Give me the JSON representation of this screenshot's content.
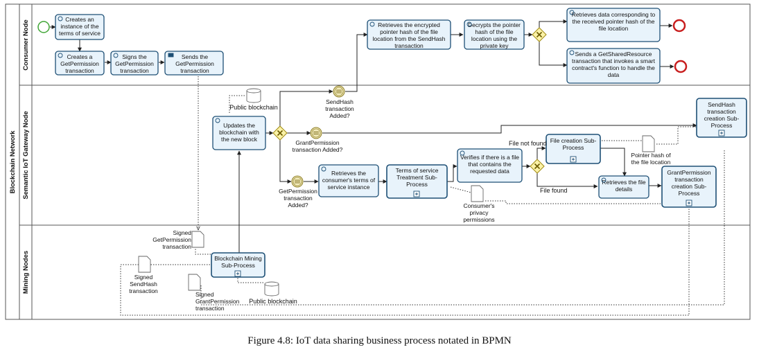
{
  "pool": {
    "label": "Blockchain Network"
  },
  "lanes": [
    {
      "label": "Consumer Node"
    },
    {
      "label": "Semantic IoT Gateway Node"
    },
    {
      "label": "Mining Nodes"
    }
  ],
  "tasks": {
    "create_tos": "Creates an instance of the terms of service",
    "create_getperm": "Creates a GetPermission transaction",
    "sign_getperm": "Signs the GetPermission transaction",
    "send_getperm": "Sends the GetPermission transaction",
    "retrieve_hash": "Retrieves the encrypted pointer hash of the file location from the SendHash transaction",
    "decrypt_hash": "Decrypts the pointer hash of the file location using the private key",
    "retrieve_data": "Retrieves data corresponding to the received pointer hash of the file location",
    "send_getshared": "Sends a GetSharedResource transaction that invokes a smart contract's function to handle the data",
    "update_chain": "Updates the blockchain with the new block",
    "retrieve_tos": "Retrieves the consumer's terms of service instance",
    "verify_file": "Verifies if there is a file that contains the requested data",
    "retrieve_details": "Retrieves the file details"
  },
  "subprocesses": {
    "sendhash_creation": "SendHash transaction creation Sub-Process",
    "tos_treatment": "Terms of service Treatment Sub-Process",
    "file_creation": "File creation Sub-Process",
    "grantperm_creation": "GrantPermission transaction creation Sub-Process",
    "mining": "Blockchain Mining Sub-Process"
  },
  "events": {
    "sendhash_added": "SendHash transaction Added?",
    "grantperm_added": "GrantPermission transaction Added?",
    "getperm_added": "GetPermission transaction Added?"
  },
  "data_objects": {
    "public_blockchain_top": "Public blockchain",
    "public_blockchain_bottom": "Public blockchain",
    "pointer_hash": "Pointer hash of the file location",
    "privacy_permissions": "Consumer's privacy permissions",
    "signed_getperm": "Signed GetPermission transaction",
    "signed_sendhash": "Signed SendHash transaction",
    "signed_grantperm": "Signed GrantPermission transaction"
  },
  "flow_labels": {
    "file_not_found": "File not found",
    "file_found": "File found"
  },
  "caption": "Figure 4.8: IoT data sharing business process notated in BPMN",
  "colors": {
    "task_fill": "#e8f3fb",
    "task_stroke": "#1d4f75",
    "gateway_fill": "#fbf2a6",
    "gateway_stroke": "#a08a12",
    "end_event": "#c81e1e",
    "start_event": "#3fa535",
    "intermediate": "#e5d77a"
  }
}
